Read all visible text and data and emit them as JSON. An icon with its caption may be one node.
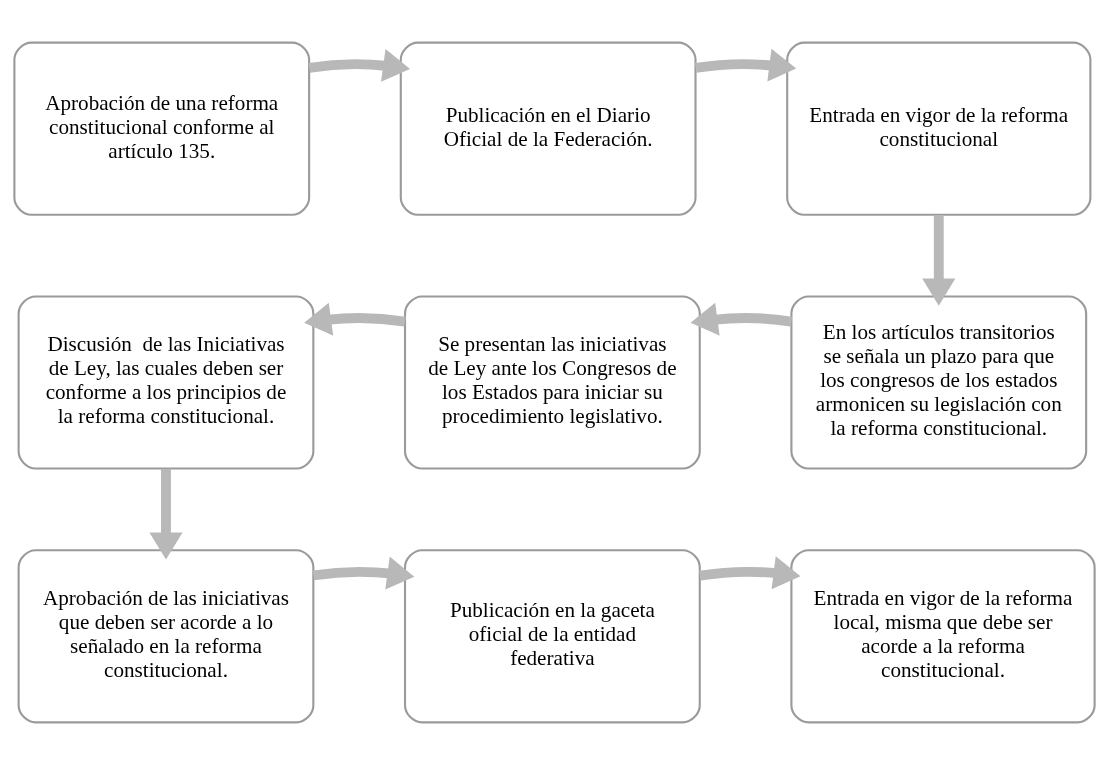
{
  "diagram": {
    "nodes": [
      {
        "text": [
          "Aprobación de una reforma constitucional conforme al artículo 135."
        ]
      },
      {
        "text": [
          "Publicación en el Diario Oficial de la Federación."
        ]
      },
      {
        "text": [
          "Entrada en vigor de la reforma constitucional"
        ]
      },
      {
        "text": [
          "Discusión  de las Iniciativas de Ley, las cuales deben ser conforme a los principios de la reforma constitucional."
        ]
      },
      {
        "text": [
          "Se presentan las iniciativas de Ley ante los Congresos de los Estados para iniciar su procedimiento legislativo."
        ]
      },
      {
        "text": [
          "En los artículos transitorios se señala un plazo para que los congresos de los estados armonicen su legislación con la reforma constitucional."
        ]
      },
      {
        "text": [
          "Aprobación de las iniciativas que deben ser acorde a lo señalado en la reforma constitucional."
        ]
      },
      {
        "text": [
          "Publicación en la gaceta oficial de la entidad federativa"
        ]
      },
      {
        "text": [
          "Entrada en vigor de la reforma local, misma que debe ser acorde a la reforma constitucional."
        ]
      }
    ],
    "edges": [
      {
        "from": 0,
        "to": 1,
        "arrow": "to"
      },
      {
        "from": 1,
        "to": 2,
        "arrow": "to"
      },
      {
        "from": 2,
        "to": 5,
        "arrow": "to"
      },
      {
        "from": 5,
        "to": 4,
        "arrow": "to"
      },
      {
        "from": 4,
        "to": 3,
        "arrow": "to"
      },
      {
        "from": 3,
        "to": 6,
        "arrow": "to"
      },
      {
        "from": 6,
        "to": 7,
        "arrow": "to"
      },
      {
        "from": 7,
        "to": 8,
        "arrow": "to"
      }
    ]
  }
}
